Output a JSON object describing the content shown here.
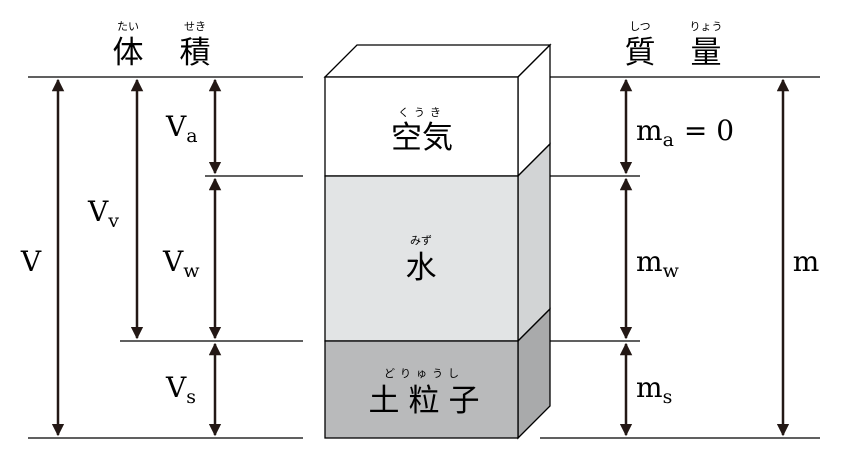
{
  "headers": {
    "volume": {
      "text": "体積",
      "chars": [
        "体",
        "積"
      ],
      "ruby": [
        "たい",
        "せき"
      ]
    },
    "mass": {
      "text": "質量",
      "chars": [
        "質",
        "量"
      ],
      "ruby": [
        "しつ",
        "りょう"
      ]
    }
  },
  "phases": {
    "air": {
      "label": "空気",
      "ruby": "くうき",
      "color": "#ffffff"
    },
    "water": {
      "label": "水",
      "ruby": "みず",
      "color": "#e2e4e5"
    },
    "soil": {
      "label": "土粒子",
      "chars": [
        "土",
        "粒",
        "子"
      ],
      "ruby": "どりゅうし",
      "color": "#b9babb"
    }
  },
  "volume_labels": {
    "total": "V",
    "voids": {
      "main": "V",
      "sub": "v"
    },
    "air": {
      "main": "V",
      "sub": "a"
    },
    "water": {
      "main": "V",
      "sub": "w"
    },
    "solids": {
      "main": "V",
      "sub": "s"
    }
  },
  "mass_labels": {
    "air": {
      "main": "m",
      "sub": "a",
      "suffix": "= 0"
    },
    "water": {
      "main": "m",
      "sub": "w"
    },
    "solids": {
      "main": "m",
      "sub": "s"
    },
    "total": "m"
  },
  "colors": {
    "line": "#000000",
    "arrow": "#231815",
    "side_water": "#d2d4d5",
    "side_soil": "#a9aaab",
    "top_face": "#ffffff"
  }
}
